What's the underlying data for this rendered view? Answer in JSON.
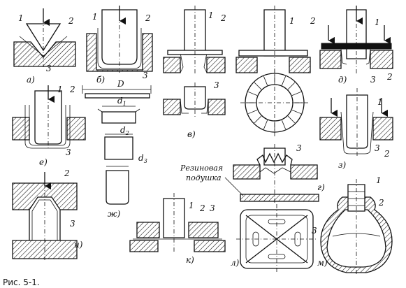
{
  "figure": {
    "caption": "Рис. 5-1. ",
    "rubber_pad_label_line1": "Резиновая",
    "rubber_pad_label_line2": "подушка",
    "dim_D": "D",
    "dim_d1": "d",
    "dim_d1_sub": "1",
    "dim_d2": "d",
    "dim_d2_sub": "2",
    "dim_d3": "d",
    "dim_d3_sub": "3"
  },
  "panels": {
    "a": {
      "letter": "а)",
      "n1": "1",
      "n2": "2",
      "n3": "3"
    },
    "b": {
      "letter": "б)",
      "n1": "1",
      "n2": "2",
      "n3": "3"
    },
    "v": {
      "letter": "в)",
      "n1": "1",
      "n2": "2",
      "n3": "3"
    },
    "g": {
      "letter": "г)",
      "n1": "1",
      "n2": "2",
      "n3": "3"
    },
    "d": {
      "letter": "д)",
      "n1": "1",
      "n2": "2",
      "n3": "3"
    },
    "e": {
      "letter": "е)",
      "n1": "1",
      "n2": "2",
      "n3": "3"
    },
    "zh": {
      "letter": "ж)"
    },
    "z": {
      "letter": "з)",
      "n1": "1",
      "n2": "2",
      "n3": "3"
    },
    "i": {
      "letter": "и)",
      "n2": "2",
      "n3": "3"
    },
    "k": {
      "letter": "к)",
      "n1": "1",
      "n2": "2",
      "n3": "3"
    },
    "l": {
      "letter": "л)",
      "n3": "3"
    },
    "m": {
      "letter": "м)",
      "n1": "1",
      "n2": "2"
    }
  }
}
